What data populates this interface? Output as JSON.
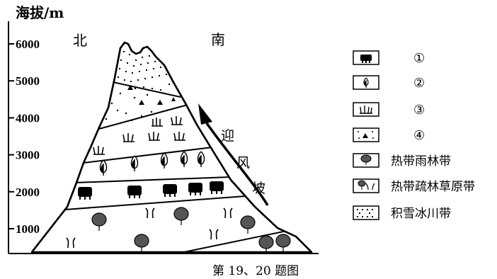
{
  "axis": {
    "y_label": "海拔/m",
    "ticks": [
      "1000",
      "2000",
      "3000",
      "4000",
      "5000",
      "6000"
    ],
    "ticks_values": [
      1000,
      2000,
      3000,
      4000,
      5000,
      6000
    ]
  },
  "direction": {
    "north": "北",
    "south": "南"
  },
  "slope_label": [
    "迎",
    "风",
    "坡"
  ],
  "legend": [
    {
      "icon": "conifer-forest-icon",
      "label": "①"
    },
    {
      "icon": "broadleaf-tree-icon",
      "label": "②"
    },
    {
      "icon": "grass-meadow-icon",
      "label": "③"
    },
    {
      "icon": "tundra-triangle-icon",
      "label": "④"
    },
    {
      "icon": "rainforest-tree-icon",
      "label": "热带雨林带"
    },
    {
      "icon": "savanna-tree-grass-icon",
      "label": "热带疏林草原带"
    },
    {
      "icon": "snow-ice-dots-icon",
      "label": "积雪冰川带"
    }
  ],
  "caption": "第 19、20 题图"
}
